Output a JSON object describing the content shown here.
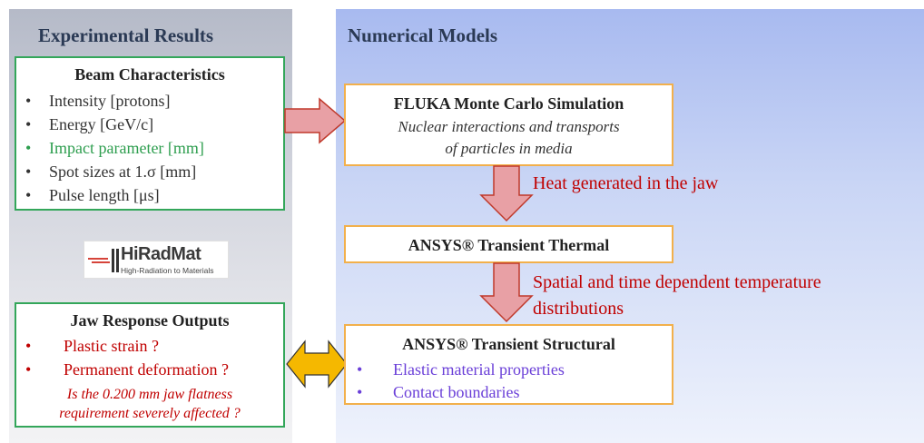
{
  "left_section": {
    "title": "Experimental Results",
    "beam_box": {
      "title": "Beam Characteristics",
      "items": [
        {
          "text": "Intensity [protons]",
          "color": "#333333"
        },
        {
          "text": "Energy [GeV/c]",
          "color": "#333333"
        },
        {
          "text": "Impact parameter [mm]",
          "color": "#2e9e4f"
        },
        {
          "text": "Spot sizes at 1.σ [mm]",
          "color": "#333333"
        },
        {
          "text": "Pulse length [μs]",
          "color": "#333333"
        }
      ]
    },
    "logo": {
      "name": "HiRadMat",
      "subtitle": "High-Radiation to Materials"
    },
    "jaw_box": {
      "title": "Jaw Response Outputs",
      "items": [
        "Plastic strain ?",
        "Permanent deformation ?"
      ],
      "note_line1": "Is the 0.200 mm jaw flatness",
      "note_line2": "requirement severely affected ?"
    }
  },
  "right_section": {
    "title": "Numerical Models",
    "fluka_box": {
      "title": "FLUKA Monte Carlo Simulation",
      "desc_line1": "Nuclear interactions and transports",
      "desc_line2": "of particles in media"
    },
    "arrow1_label": "Heat generated in the jaw",
    "thermal_box": {
      "title": "ANSYS® Transient Thermal"
    },
    "arrow2_label_line1": "Spatial and time dependent temperature",
    "arrow2_label_line2": "distributions",
    "structural_box": {
      "title": "ANSYS® Transient Structural",
      "items": [
        "Elastic material properties",
        "Contact boundaries"
      ]
    }
  },
  "colors": {
    "box_border_green": "#33a65a",
    "box_border_orange": "#f2b04c",
    "arrow_fill": "#e8a0a5",
    "arrow_stroke": "#c0392b",
    "double_arrow_fill": "#f5b800",
    "red_text": "#c00000",
    "purple_text": "#6a3fd8"
  }
}
